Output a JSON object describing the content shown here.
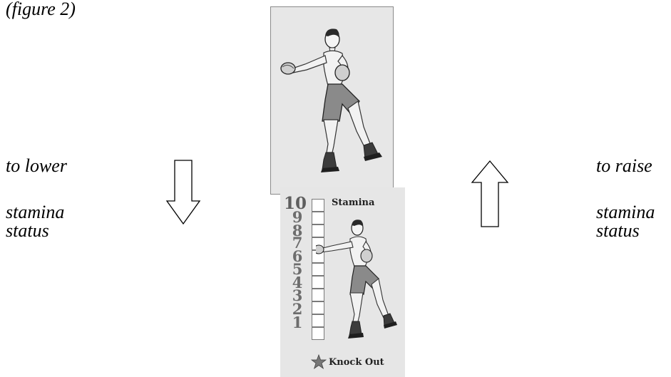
{
  "caption": "(figure 2)",
  "left_text": {
    "line1": "to lower",
    "line2": "stamina",
    "line3": "status"
  },
  "right_text": {
    "line1": "to raise",
    "line2": "stamina",
    "line3": "status"
  },
  "stamina_card": {
    "title": "Stamina",
    "bottom_label": "Knock Out",
    "numbers": [
      "10",
      "9",
      "8",
      "7",
      "6",
      "5",
      "4",
      "3",
      "2",
      "1"
    ]
  }
}
